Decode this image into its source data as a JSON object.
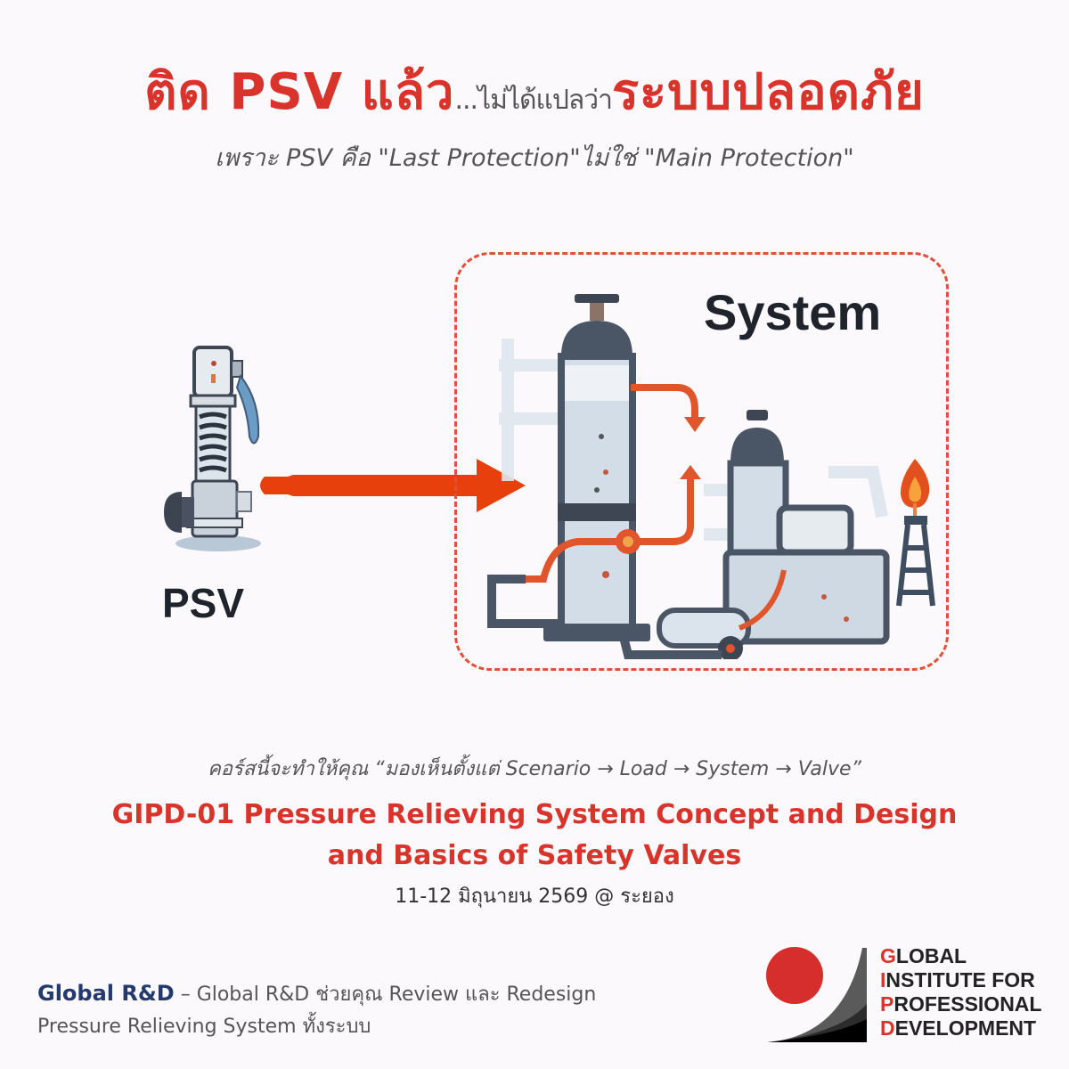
{
  "header": {
    "title_part1": "ติด PSV แล้ว",
    "title_part2": "...ไม่ได้แปลว่า",
    "title_part3": "ระบบปลอดภัย",
    "subtitle": "เพราะ PSV คือ \"Last Protection\"ไม่ใช่ \"Main Protection\""
  },
  "illustration": {
    "psv_label": "PSV",
    "system_label": "System",
    "arrow_icon": "arrow-right-icon",
    "psv_icon": "safety-valve-icon",
    "system_icon": "process-plant-icon",
    "flare_icon": "flare-stack-icon"
  },
  "course": {
    "tagline": "คอร์สนี้จะทำให้คุณ “มองเห็นตั้งแต่ Scenario → Load → System → Valve”",
    "title_line1": "GIPD-01 Pressure Relieving System Concept and Design",
    "title_line2": "and Basics of Safety Valves",
    "date_location": "11-12 มิถุนายน 2569 @ ระยอง"
  },
  "footer": {
    "brand": "Global R&D",
    "text_line1": " – Global R&D ช่วยคุณ Review และ Redesign",
    "text_line2": "Pressure Relieving System ทั้งระบบ"
  },
  "logo": {
    "lines": [
      {
        "cap": "G",
        "rest": "LOBAL"
      },
      {
        "cap": "I",
        "rest": "NSTITUTE FOR"
      },
      {
        "cap": "P",
        "rest": "ROFESSIONAL"
      },
      {
        "cap": "D",
        "rest": "EVELOPMENT"
      }
    ]
  },
  "colors": {
    "accent_red": "#d9342b",
    "arrow_orange": "#e8400c",
    "brand_navy": "#243a6e",
    "background": "#fbf9fb",
    "steel": "#4a5566"
  }
}
